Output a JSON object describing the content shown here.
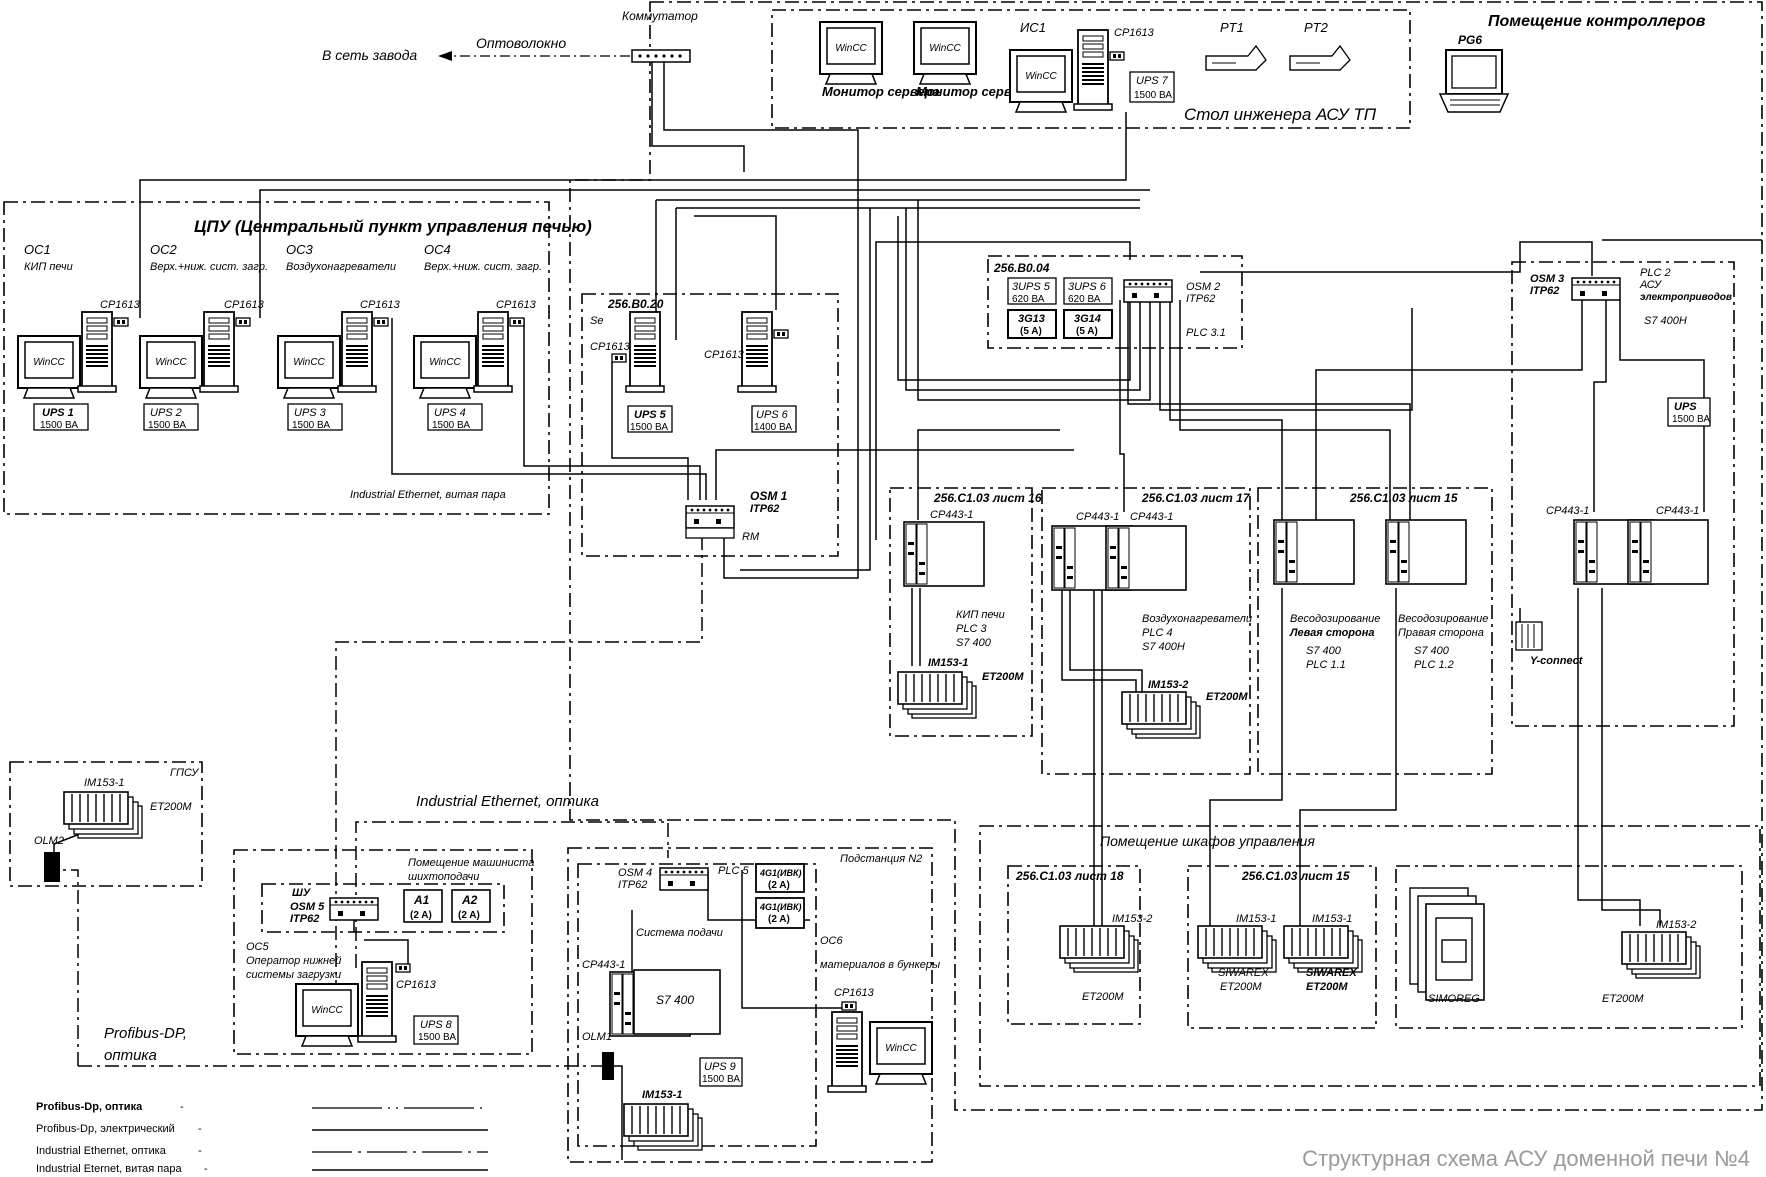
{
  "title": "Структурная схема АСУ доменной печи №4",
  "top": {
    "to_plant_net": "В сеть завода",
    "fiber": "Оптоволокно",
    "switch": "Коммутатор"
  },
  "controllers_room": {
    "title": "Помещение контроллеров",
    "pg": "PG6",
    "eng_desk": "Стол инженера АСУ ТП",
    "monitor1": "Монитор сервера",
    "monitor2": "Монитор сервера",
    "is1": "ИС1",
    "cp_is1": "CP1613",
    "ups7": "UPS 7",
    "ups7_va": "1500 ВА",
    "pt1": "PT1",
    "pt2": "PT2",
    "wincc": "WinCC"
  },
  "cpu_room": {
    "title": "ЦПУ (Центральный пункт управления печью)",
    "os1": "ОС1",
    "os1_sub": "КИП печи",
    "os2": "ОС2",
    "os2_sub": "Верх.+ниж. сист. загр.",
    "os3": "ОС3",
    "os3_sub": "Воздухонагреватели",
    "os4": "ОС4",
    "os4_sub": "Верх.+ниж. сист. загр.",
    "cp": "CP1613",
    "ups1": "UPS 1",
    "ups2": "UPS 2",
    "ups3": "UPS 3",
    "ups4": "UPS 4",
    "va1500": "1500 ВА",
    "ie_twisted": "Industrial Ethernet, витая пара"
  },
  "server_cabinet": {
    "title": "256.В0.20",
    "se": "Se",
    "cp_left": "CP1613",
    "cp_right": "CP1613",
    "ups5": "UPS 5",
    "ups5_va": "1500 ВА",
    "ups6": "UPS 6",
    "ups6_va": "1400 ВА",
    "osm1": "OSM 1",
    "osm1_type": "ITP62",
    "rm": "RM"
  },
  "plc31": {
    "title": "256.В0.04",
    "ups5": "3UPS 5",
    "ups5_va": "620 ВА",
    "ups6": "3UPS 6",
    "ups6_va": "620 ВА",
    "b3": "3G13",
    "b3_a": "(5 A)",
    "b4": "3G14",
    "b4_a": "(5 A)",
    "osm2": "OSM 2",
    "osm2_type": "ITP62",
    "plc": "PLC 3.1"
  },
  "plc2": {
    "osm3": "OSM 3",
    "osm3_type": "ITP62",
    "plc2": "PLC 2",
    "acy": "АСУ",
    "sub": "электроприводов",
    "s7": "S7 400H",
    "ups": "UPS",
    "ups_va": "1500 ВА",
    "cp_left": "CP443-1",
    "cp_right": "CP443-1",
    "yconnect": "Y-connect"
  },
  "cab16": {
    "title": "256.С1.03 лист 16",
    "cp": "CP443-1",
    "l1": "КИП печи",
    "l2": "PLC 3",
    "l3": "S7 400",
    "im": "IM153-1",
    "et": "ET200M"
  },
  "cab17": {
    "title": "256.С1.03 лист 17",
    "cp1": "CP443-1",
    "cp2": "CP443-1",
    "l1": "Воздухонагреватели",
    "l2": "PLC 4",
    "l3": "S7 400H",
    "im": "IM153-2",
    "et": "ET200M"
  },
  "cab15": {
    "title": "256.С1.03 лист 15",
    "left1": "Весодозирование",
    "left2": "Левая сторона",
    "left3": "S7 400",
    "left4": "PLC 1.1",
    "right1": "Весодозирование",
    "right2": "Правая сторона",
    "right3": "S7 400",
    "right4": "PLC 1.2"
  },
  "control_room": {
    "title": "Помещение шкафов управления",
    "c18": "256.С1.03 лист 18",
    "c18_im": "IM153-2",
    "c18_et": "ET200M",
    "c15": "256.С1.03 лист 15",
    "c15_im1": "IM153-1",
    "c15_sw1": "SIWAREX",
    "c15_et1": "ET200M",
    "c15_im2": "IM153-1",
    "c15_sw2": "SIWAREX",
    "c15_et2": "ET200M",
    "simoreg": "SIMOREG",
    "r_im": "IM153-2",
    "r_et": "ET200M"
  },
  "gpsu": {
    "title": "ГПСУ",
    "im": "IM153-1",
    "et": "ET200M",
    "olm": "OLM2"
  },
  "ie_fiber": "Industrial Ethernet, оптика",
  "profibus_fiber": "Profibus-DP, оптика",
  "operator_room": {
    "title1": "Помещение машиниста",
    "title2": "шихтоподачи",
    "shu": "ШУ",
    "osm5": "OSM 5",
    "osm5_type": "ITP62",
    "a1": "A1",
    "a1_a": "(2 A)",
    "a2": "A2",
    "a2_a": "(2 A)",
    "os5": "ОС5",
    "os5_l1": "Оператор нижней",
    "os5_l2": "системы загрузки",
    "cp": "CP1613",
    "ups8": "UPS 8",
    "ups8_va": "1500 ВА"
  },
  "substation": {
    "title": "Подстанция N2",
    "osm4": "OSM 4",
    "osm4_type": "ITP62",
    "plc5": "PLC 5",
    "k1": "4G1(ИВК)",
    "k1_a": "(2 A)",
    "k2": "4G1(ИВК)",
    "k2_a": "(2 A)",
    "feed": "Система подачи",
    "cp": "CP443-1",
    "s7": "S7 400",
    "olm": "OLM1",
    "ups9": "UPS 9",
    "ups9_va": "1500 ВА",
    "im": "IM153-1",
    "os6": "ОС6",
    "os6_l": "материалов в бункеры",
    "cp6": "CP1613"
  },
  "legend": [
    "Profibus-Dp, оптика",
    "Profibus-Dp, электрический",
    "Industrial Ethernet, оптика",
    "Industrial Eternet, витая пара"
  ]
}
